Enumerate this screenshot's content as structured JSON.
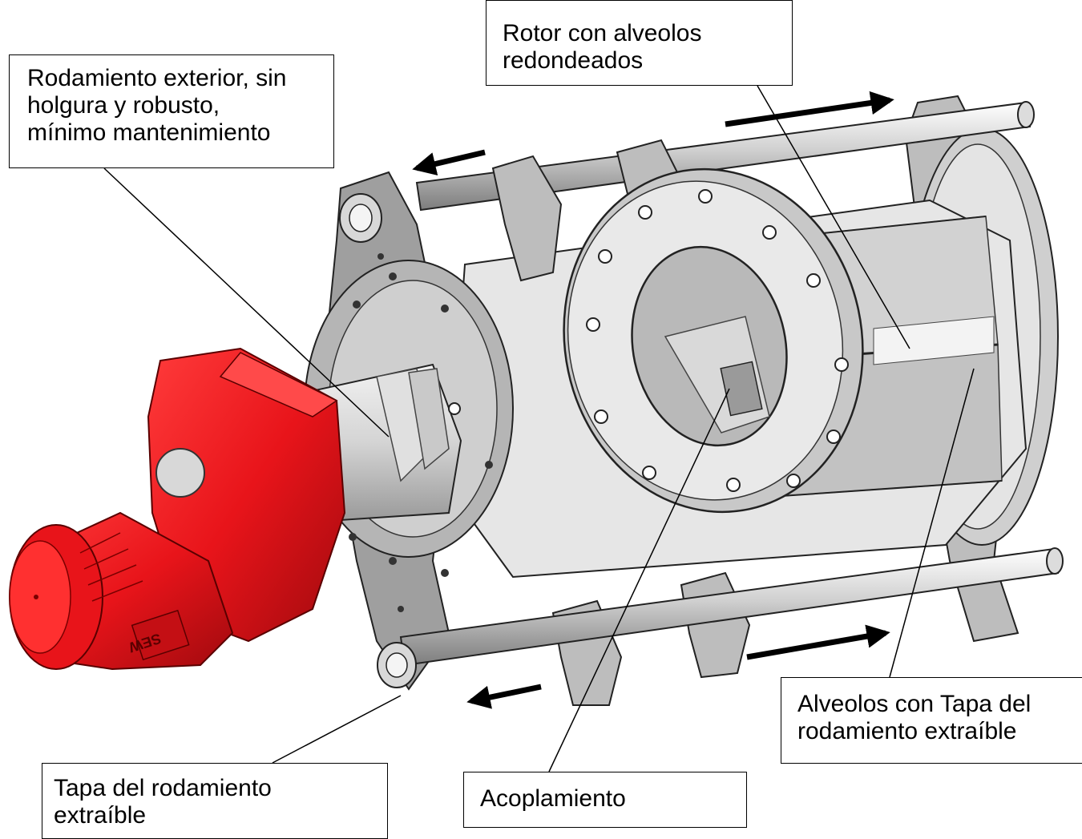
{
  "colors": {
    "motor_red": "#e8141a",
    "motor_dark": "#9e0a0e",
    "steel": "#d8d8d8",
    "steel_dark": "#8a8a8a",
    "line": "#000000"
  },
  "callouts": {
    "rodamiento": {
      "lines": [
        "Rodamiento exterior, sin",
        "holgura y robusto,",
        "mínimo mantenimiento"
      ]
    },
    "rotor": {
      "lines": [
        "Rotor con alveolos",
        "redondeados"
      ]
    },
    "alveolos": {
      "lines": [
        "Alveolos con Tapa del",
        "rodamiento extraíble"
      ]
    },
    "acoplamiento": {
      "lines": [
        "Acoplamiento"
      ]
    },
    "tapa": {
      "lines": [
        "Tapa del rodamiento",
        "extraíble"
      ]
    }
  },
  "motor_brand": "SEW"
}
